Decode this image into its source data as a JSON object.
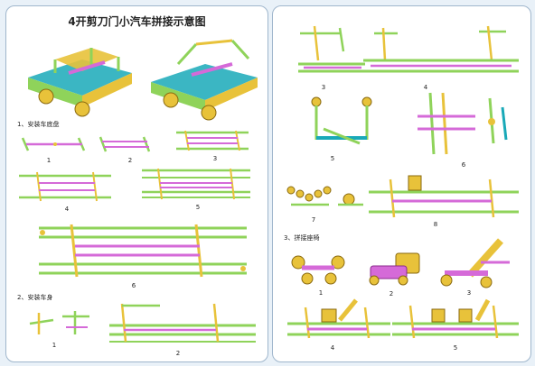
{
  "title": "4开剪刀门小汽车拼接示意图",
  "sections": {
    "chassis": "1、安装车底盘",
    "body": "2、安装车身",
    "seat": "3、拼接座椅"
  },
  "steps": {
    "chassis": [
      "1",
      "2",
      "3",
      "4",
      "5",
      "6"
    ],
    "body_left": [
      "1",
      "2"
    ],
    "body_right": [
      "3",
      "4",
      "5",
      "6",
      "7",
      "8"
    ],
    "seat": [
      "1",
      "2",
      "3",
      "4",
      "5"
    ]
  },
  "colors": {
    "green": "#8fd35a",
    "yellow": "#e8c23a",
    "magenta": "#d56ad8",
    "teal": "#19a9b8",
    "border": "#9fb6cc"
  }
}
